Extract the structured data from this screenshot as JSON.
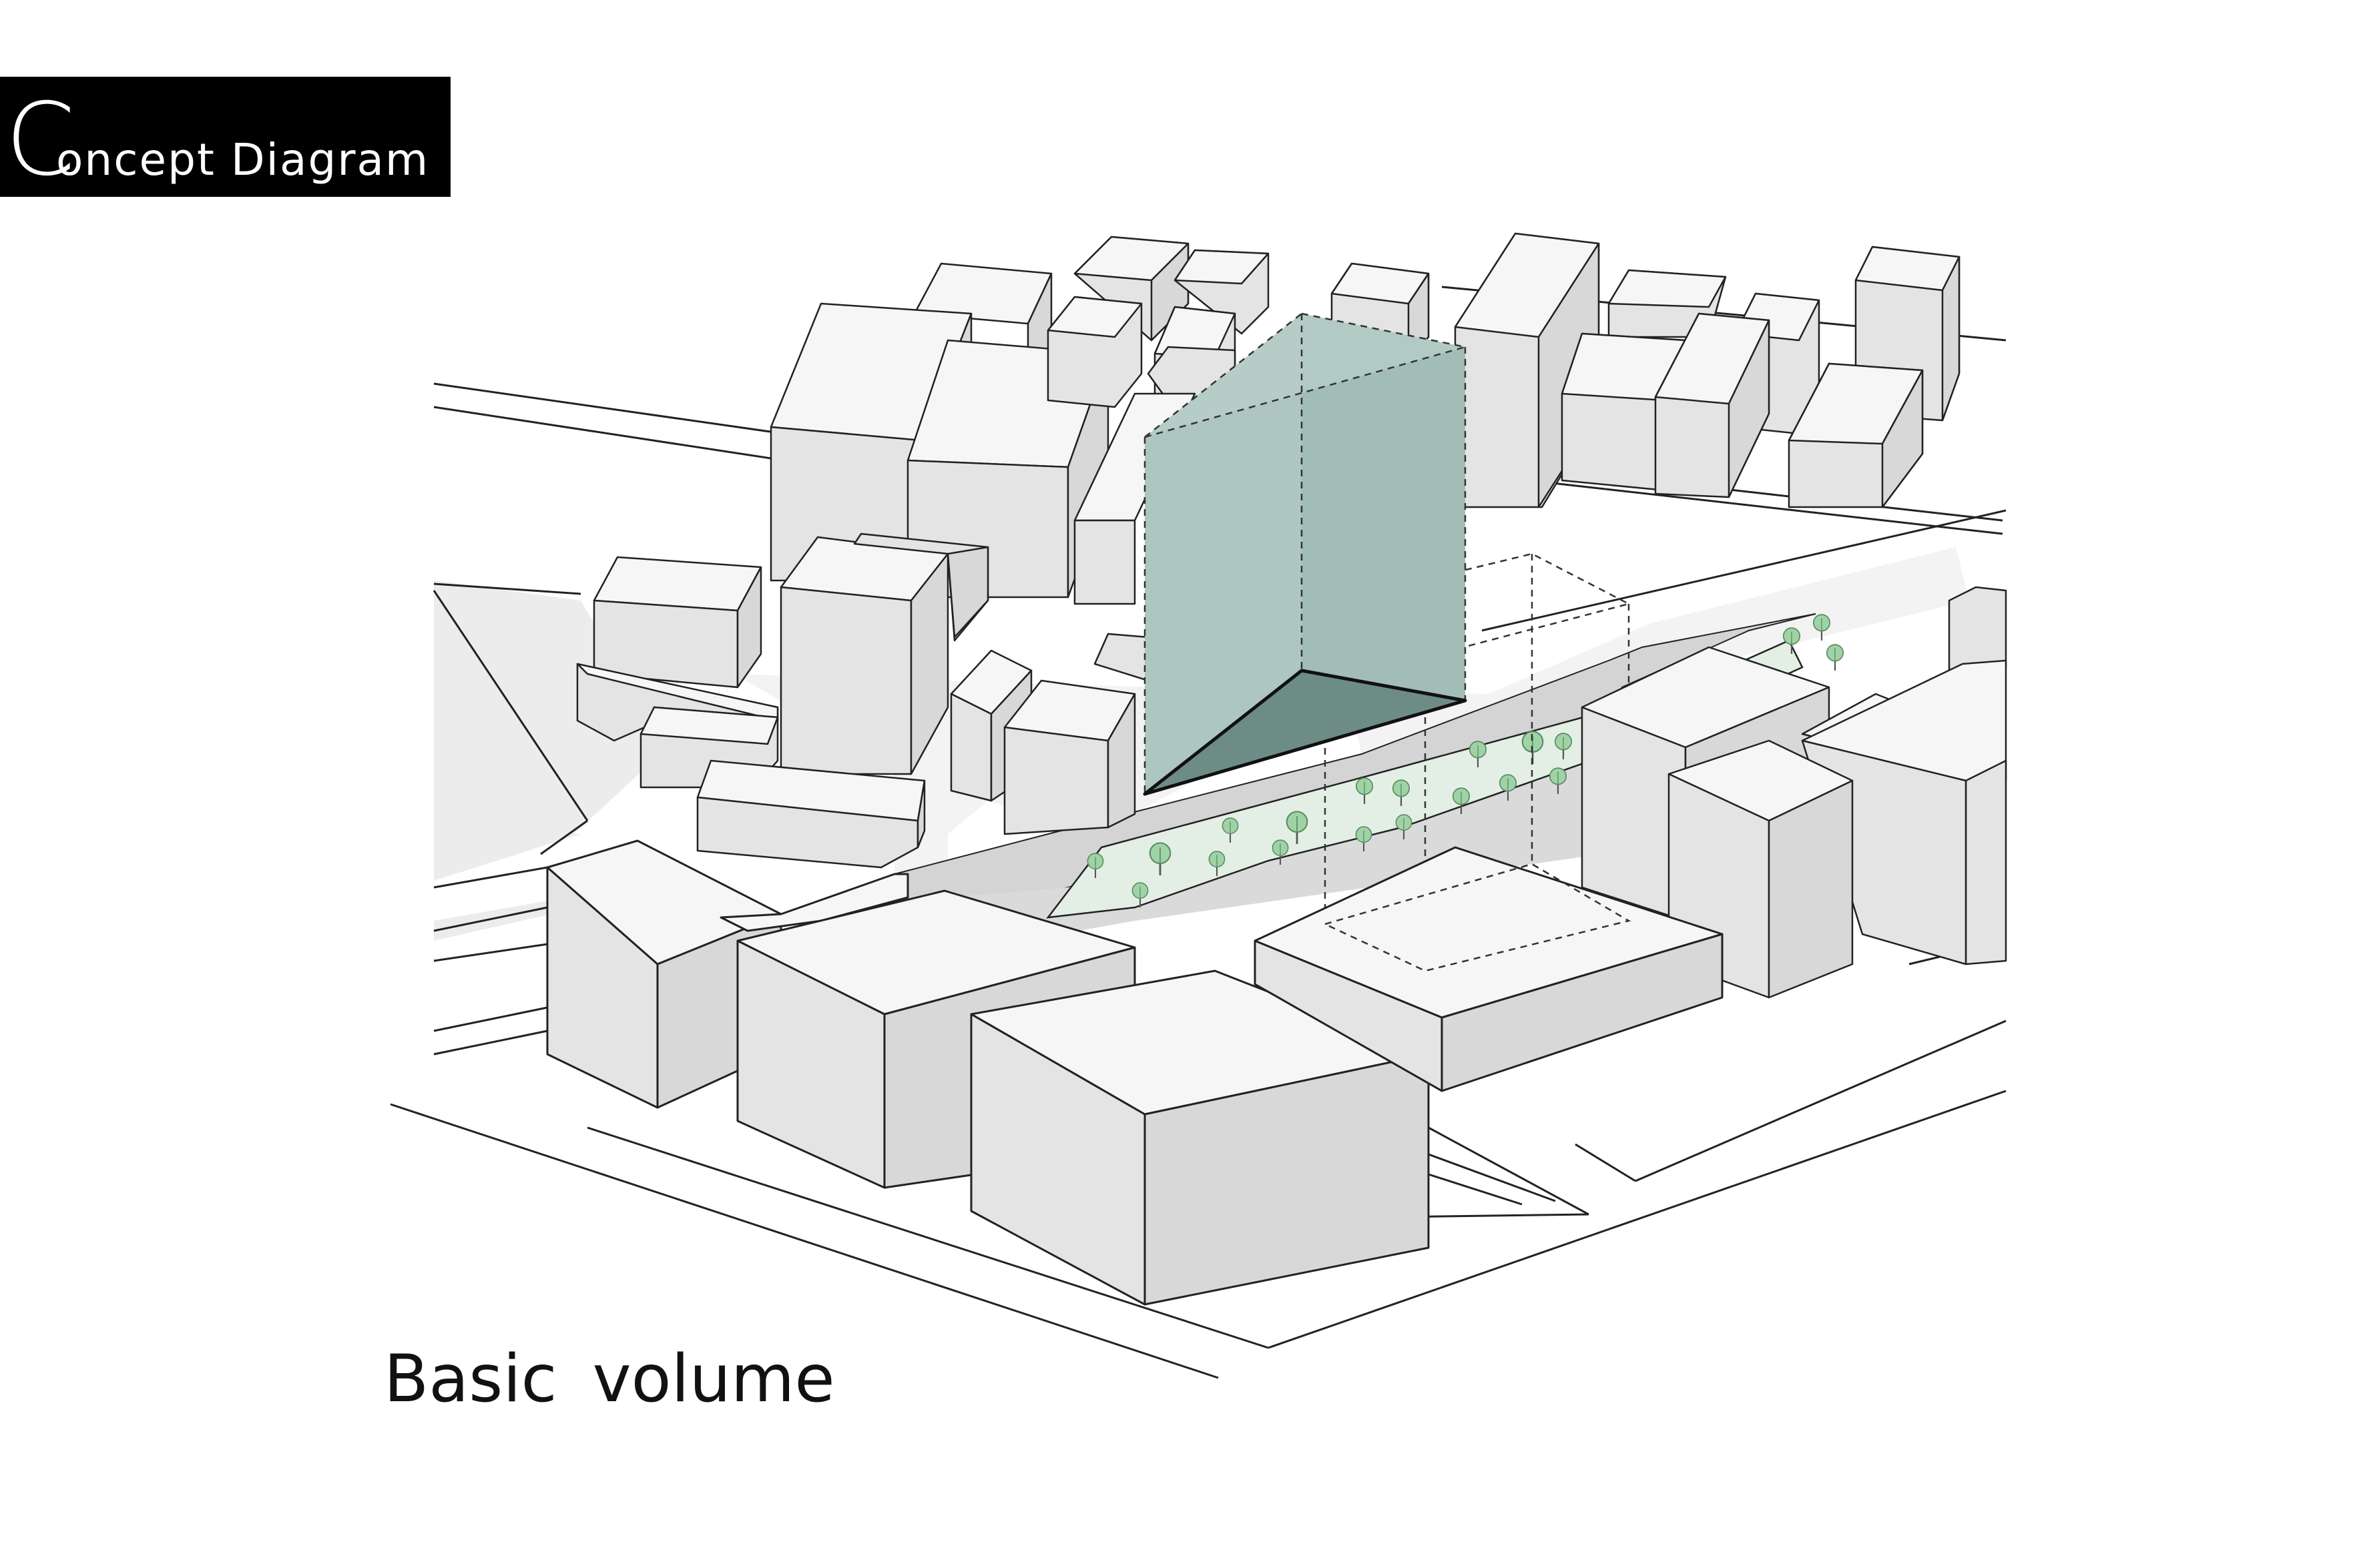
{
  "header": {
    "title_initial": "C",
    "title_rest": "oncept Diagram"
  },
  "caption": "Basic  volume",
  "colors": {
    "background": "#ffffff",
    "title_bg": "#000000",
    "title_text": "#ffffff",
    "building_top": "#f6f6f6",
    "building_left": "#e4e4e4",
    "building_right": "#d8d8d8",
    "road": "#d6d6d6",
    "ground": "#f0f0f0",
    "green_strip": "#e3efe5",
    "tree": "#9fd3a6",
    "tower_volume": "#a9c2bc",
    "tower_base": "#6e8c86",
    "outline": "#222222"
  },
  "icons": [
    "tree-icon"
  ]
}
